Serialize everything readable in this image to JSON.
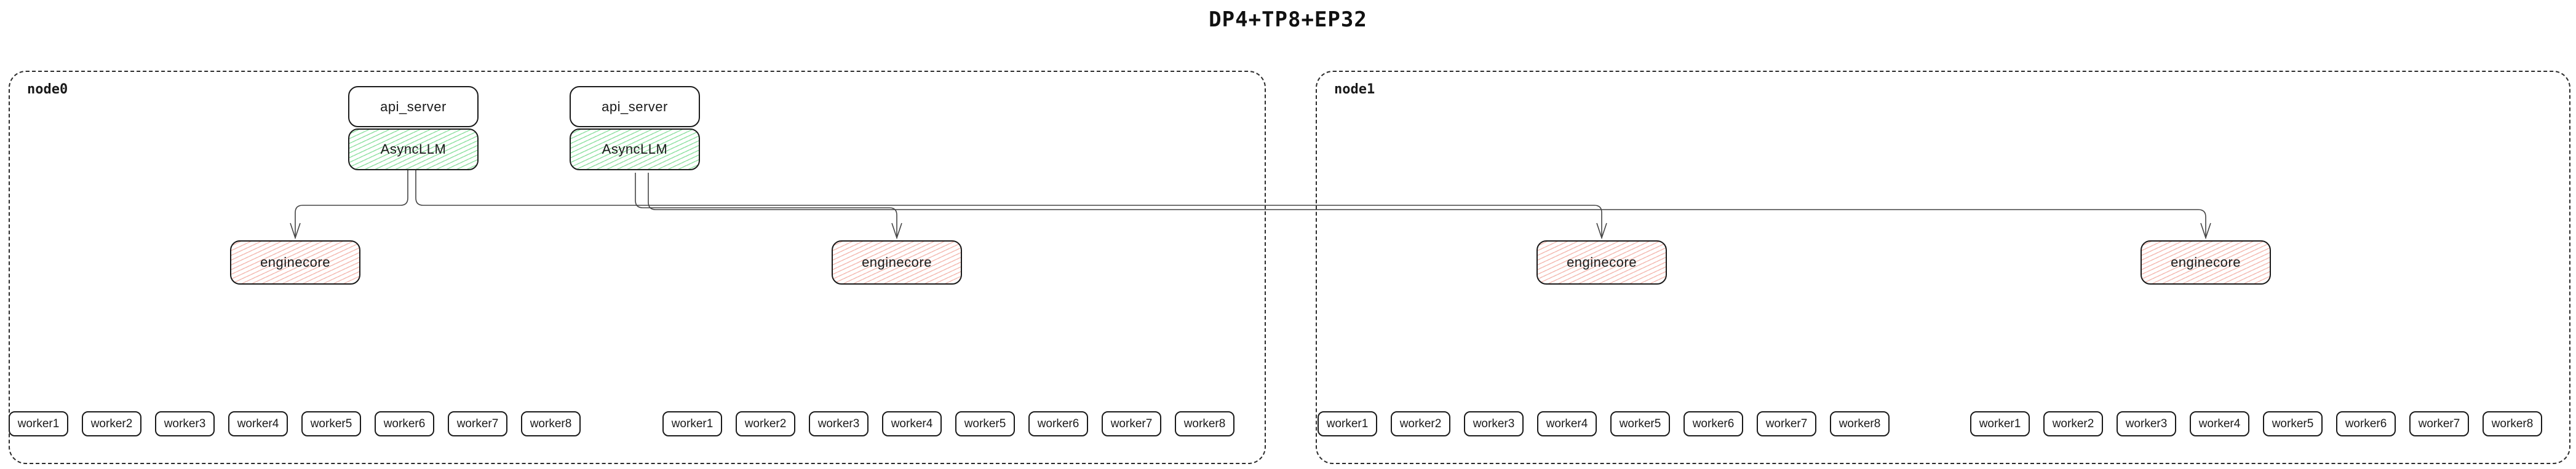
{
  "title": "DP4+TP8+EP32",
  "colors": {
    "background": "#ffffff",
    "box_border": "#1a1a1a",
    "node_dash_border": "#2b2b2b",
    "connector": "#444444",
    "asyncllm_hatch_green": "#94e2a6",
    "enginecore_hatch_pink": "#f4bcb4",
    "text": "#1a1a1a"
  },
  "nodes": [
    {
      "label": "node0",
      "pairs": [
        {
          "api_server": "api_server",
          "asyncllm": "AsyncLLM"
        },
        {
          "api_server": "api_server",
          "asyncllm": "AsyncLLM"
        }
      ],
      "enginecores": [
        "enginecore",
        "enginecore"
      ],
      "worker_groups": [
        [
          "worker1",
          "worker2",
          "worker3",
          "worker4",
          "worker5",
          "worker6",
          "worker7",
          "worker8"
        ],
        [
          "worker1",
          "worker2",
          "worker3",
          "worker4",
          "worker5",
          "worker6",
          "worker7",
          "worker8"
        ]
      ]
    },
    {
      "label": "node1",
      "pairs": [],
      "enginecores": [
        "enginecore",
        "enginecore"
      ],
      "worker_groups": [
        [
          "worker1",
          "worker2",
          "worker3",
          "worker4",
          "worker5",
          "worker6",
          "worker7",
          "worker8"
        ],
        [
          "worker1",
          "worker2",
          "worker3",
          "worker4",
          "worker5",
          "worker6",
          "worker7",
          "worker8"
        ]
      ]
    }
  ]
}
